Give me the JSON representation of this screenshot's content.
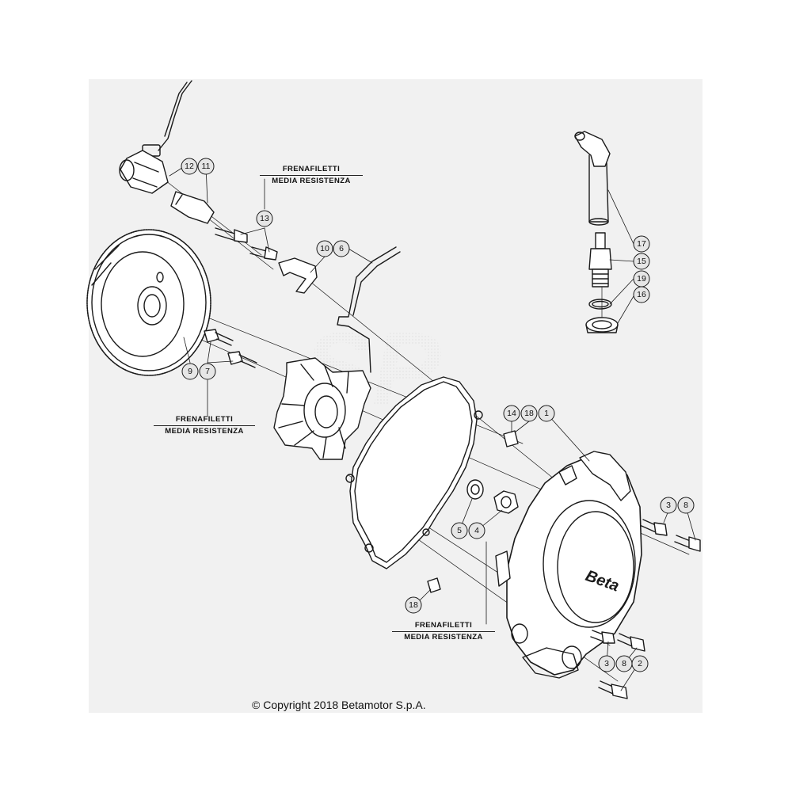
{
  "notes": [
    {
      "line1": "FRENAFILETTI",
      "line2": "MEDIA RESISTENZA"
    },
    {
      "line1": "FRENAFILETTI",
      "line2": "MEDIA RESISTENZA"
    },
    {
      "line1": "FRENAFILETTI",
      "line2": "MEDIA RESISTENZA"
    }
  ],
  "copyright": "© Copyright 2018 Betamotor S.p.A.",
  "callouts": {
    "c12": "12",
    "c11": "11",
    "c13": "13",
    "c10": "10",
    "c6": "6",
    "c17": "17",
    "c15": "15",
    "c19": "19",
    "c16": "16",
    "c9": "9",
    "c7": "7",
    "c14": "14",
    "c18a": "18",
    "c1": "1",
    "c3a": "3",
    "c8a": "8",
    "c5": "5",
    "c4": "4",
    "c18b": "18",
    "c3b": "3",
    "c8b": "8",
    "c2": "2"
  },
  "colors": {
    "panel": "#f1f1f1",
    "line": "#1a1a1a",
    "callout_fill": "#e6e6e6"
  }
}
